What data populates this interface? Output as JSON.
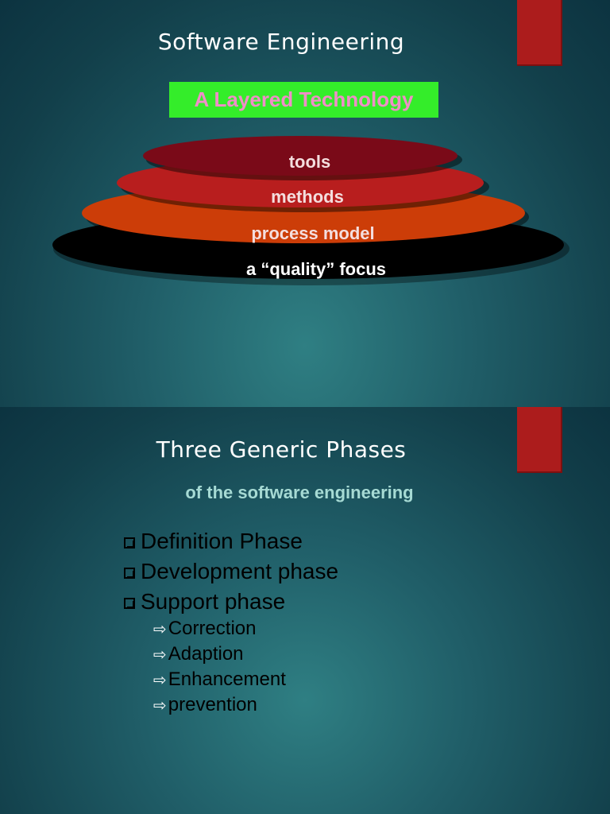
{
  "slide1": {
    "title": "Software Engineering",
    "subtitle": "A Layered Technology",
    "layers": [
      {
        "label": "tools",
        "fill": "#7a0a18",
        "text_color": "#f4dede"
      },
      {
        "label": "methods",
        "fill": "#b81e1e",
        "text_color": "#f4dede"
      },
      {
        "label": "process model",
        "fill": "#cc3d08",
        "text_color": "#f4dede"
      },
      {
        "label": "a “quality” focus",
        "fill": "#000000",
        "text_color": "#ffffff"
      }
    ],
    "colors": {
      "accent_block": "#ac1c1c",
      "subtitle_background": "#34ed2a",
      "subtitle_text": "#f08ec8"
    }
  },
  "slide2": {
    "title": "Three Generic Phases",
    "subheading": "of the software engineering",
    "phases": [
      {
        "label": "Definition Phase",
        "icon": "checkbox-icon"
      },
      {
        "label": "Development phase",
        "icon": "checkbox-icon"
      },
      {
        "label": "Support phase",
        "icon": "checkbox-icon"
      }
    ],
    "support_items": [
      {
        "label": "Correction",
        "icon": "arrow-icon"
      },
      {
        "label": "Adaption",
        "icon": "arrow-icon"
      },
      {
        "label": "Enhancement",
        "icon": "arrow-icon"
      },
      {
        "label": "prevention",
        "icon": "arrow-icon"
      }
    ],
    "arrow_glyph": "⇨",
    "colors": {
      "accent_block": "#ac1c1c",
      "subheading_text": "#a6dad4"
    }
  }
}
